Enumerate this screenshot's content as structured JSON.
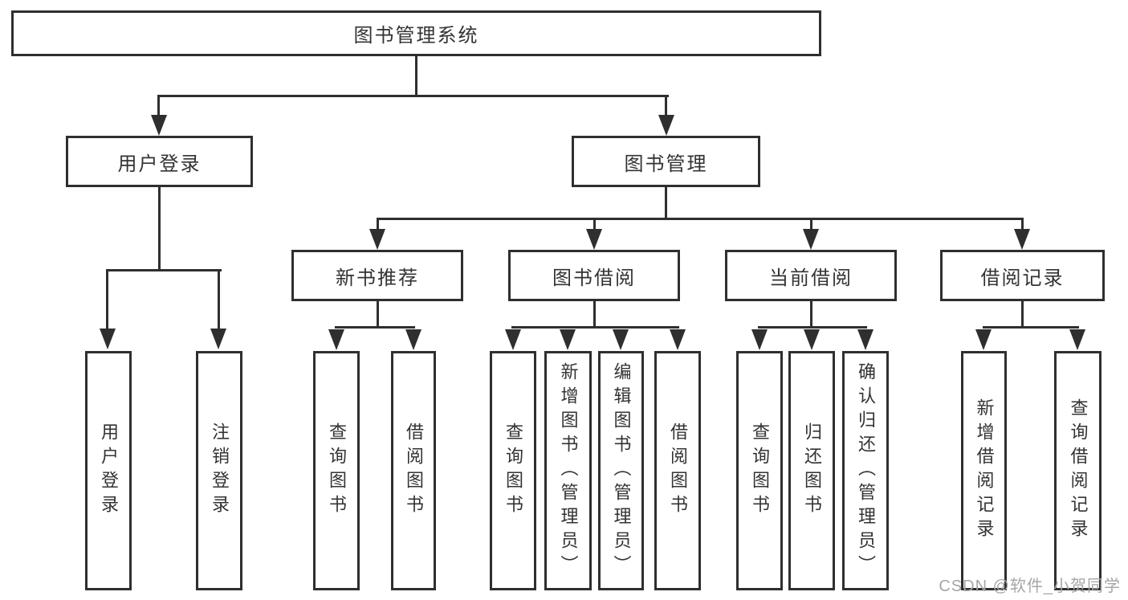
{
  "colors": {
    "line": "#2f2f2f",
    "text": "#333333",
    "watermark": "#a6a6a6",
    "background": "#ffffff"
  },
  "watermark": {
    "text": "CSDN @软件_小贺同学"
  },
  "tree": {
    "root": {
      "label": "图书管理系统"
    },
    "branches": [
      {
        "label": "用户登录",
        "leaves": [
          {
            "label": "用户登录"
          },
          {
            "label": "注销登录"
          }
        ]
      },
      {
        "label": "图书管理",
        "groups": [
          {
            "label": "新书推荐",
            "leaves": [
              {
                "label": "查询图书"
              },
              {
                "label": "借阅图书"
              }
            ]
          },
          {
            "label": "图书借阅",
            "leaves": [
              {
                "label": "查询图书"
              },
              {
                "label": "新增图书（管理员）"
              },
              {
                "label": "编辑图书（管理员）"
              },
              {
                "label": "借阅图书"
              }
            ]
          },
          {
            "label": "当前借阅",
            "leaves": [
              {
                "label": "查询图书"
              },
              {
                "label": "归还图书"
              },
              {
                "label": "确认归还（管理员）"
              }
            ]
          },
          {
            "label": "借阅记录",
            "leaves": [
              {
                "label": "新增借阅记录"
              },
              {
                "label": "查询借阅记录"
              }
            ]
          }
        ]
      }
    ]
  }
}
